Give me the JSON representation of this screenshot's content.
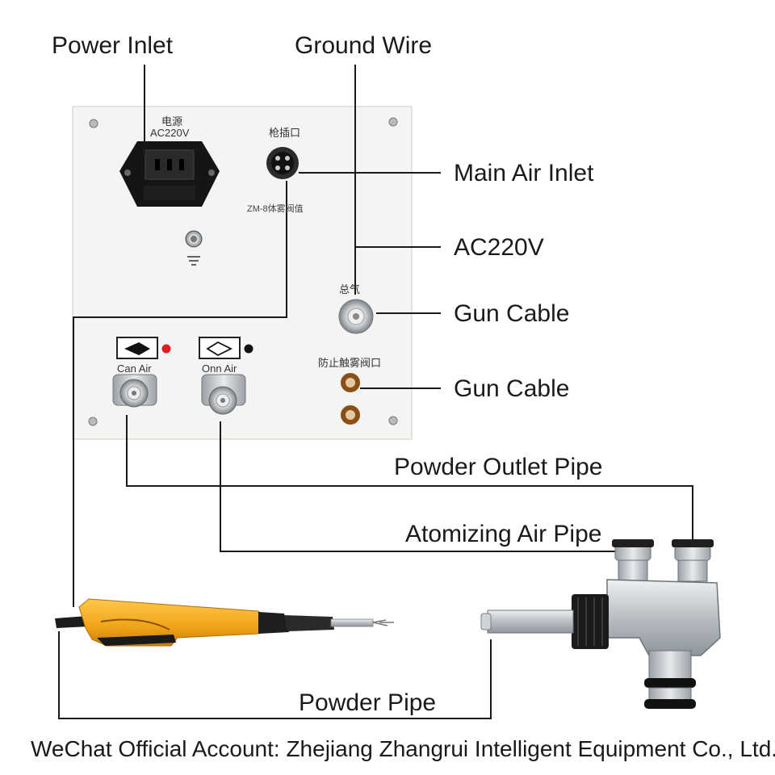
{
  "labels": {
    "power_inlet": "Power Inlet",
    "ground_wire": "Ground Wire",
    "main_air_inlet": "Main Air Inlet",
    "ac220v": "AC220V",
    "gun_cable_1": "Gun Cable",
    "gun_cable_2": "Gun Cable",
    "powder_outlet_pipe": "Powder Outlet Pipe",
    "atomizing_air_pipe": "Atomizing Air Pipe",
    "powder_pipe": "Powder Pipe"
  },
  "panel": {
    "power_socket_label_cn": "电源",
    "power_socket_label": "AC220V",
    "gun_port_label_cn": "枪插口",
    "model_label": "ZM-8体雾阀值",
    "main_air_label_cn": "总气",
    "outlet_label_cn": "防止触雾阀口",
    "can_air_label": "Can Air",
    "onn_air_label": "Onn Air"
  },
  "footer": {
    "text": "WeChat Official Account: Zhejiang Zhangrui Intelligent Equipment Co., Ltd."
  },
  "colors": {
    "panel": "#f4f4f2",
    "line": "#1a1a1a",
    "gun_body": "#f0a318",
    "metal": "#c8ccd0",
    "copper": "#b8732f",
    "red_dot": "#e02020"
  }
}
